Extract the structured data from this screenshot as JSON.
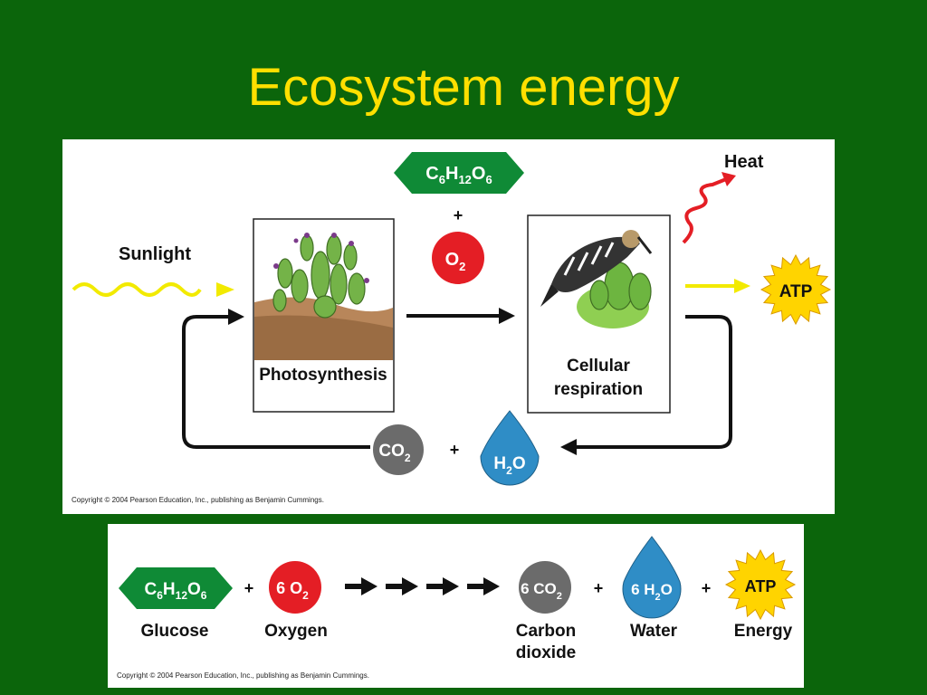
{
  "slide": {
    "title": "Ecosystem energy"
  },
  "cycle": {
    "sunlight": "Sunlight",
    "heat": "Heat",
    "glucose": {
      "c": "C",
      "c_n": "6",
      "h": "H",
      "h_n": "12",
      "o": "O",
      "o_n": "6"
    },
    "plus_top": "+",
    "o2": {
      "sym": "O",
      "n": "2"
    },
    "photosynthesis": "Photosynthesis",
    "respiration_line1": "Cellular",
    "respiration_line2": "respiration",
    "atp": "ATP",
    "co2": {
      "sym": "CO",
      "n": "2"
    },
    "plus_bottom": "+",
    "h2o": {
      "h": "H",
      "n": "2",
      "o": "O"
    },
    "copyright": "Copyright © 2004 Pearson Education, Inc., publishing as Benjamin Cummings."
  },
  "equation": {
    "glucose": {
      "c": "C",
      "c_n": "6",
      "h": "H",
      "h_n": "12",
      "o": "O",
      "o_n": "6"
    },
    "glucose_label": "Glucose",
    "plus1": "+",
    "oxygen": {
      "coef": "6 O",
      "n": "2"
    },
    "oxygen_label": "Oxygen",
    "co2": {
      "coef": "6 CO",
      "n": "2"
    },
    "co2_label_line1": "Carbon",
    "co2_label_line2": "dioxide",
    "plus2": "+",
    "water": {
      "coef": "6 H",
      "n": "2",
      "o": "O"
    },
    "water_label": "Water",
    "plus3": "+",
    "atp": "ATP",
    "energy_label": "Energy",
    "copyright": "Copyright © 2004 Pearson Education, Inc., publishing as Benjamin Cummings."
  },
  "colors": {
    "background": "#0b650b",
    "title": "#ffdf00",
    "glucose": "#0f8a36",
    "oxygen": "#e41e25",
    "co2": "#6b6b6b",
    "water": "#2f8dc6",
    "atp": "#ffd400",
    "sunlight": "#f2ea00",
    "heat": "#e41e25"
  }
}
